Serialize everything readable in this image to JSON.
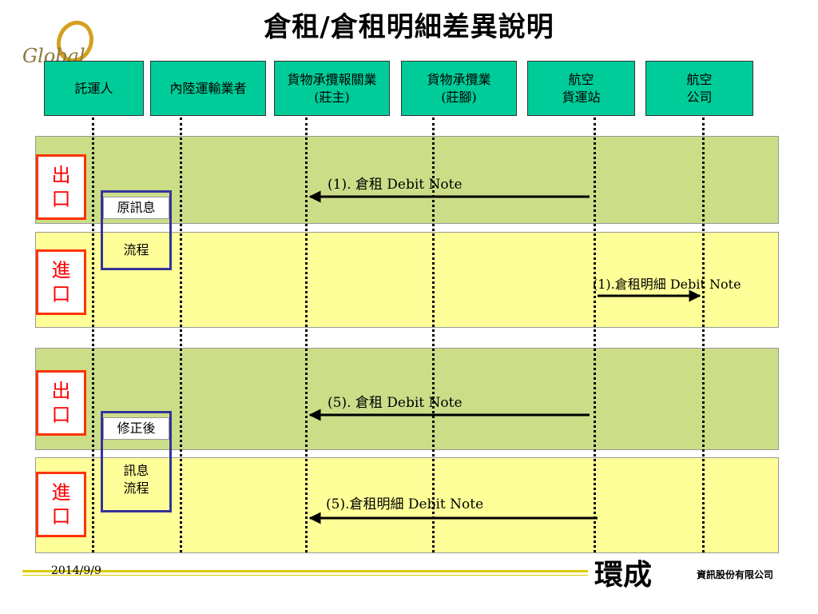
{
  "title": "倉租/倉租明細差異說明",
  "logo_text": "Global",
  "participants": [
    {
      "label": "託運人"
    },
    {
      "label": "內陸運輸業者"
    },
    {
      "label": "貨物承攬報關業\n(莊主)"
    },
    {
      "label": "貨物承攬業\n(莊腳)"
    },
    {
      "label": "航空\n貨運站"
    },
    {
      "label": "航空\n公司"
    }
  ],
  "sections": [
    {
      "tag_line1": "出",
      "tag_line2": "口",
      "message": "(1). 倉租  Debit Note",
      "direction": "left"
    },
    {
      "tag_line1": "進",
      "tag_line2": "口",
      "message": "(1).倉租明細 Debit Note",
      "direction": "right"
    },
    {
      "tag_line1": "出",
      "tag_line2": "口",
      "message": "(5). 倉租  Debit Note",
      "direction": "left"
    },
    {
      "tag_line1": "進",
      "tag_line2": "口",
      "message": "(5).倉租明細 Debit Note",
      "direction": "left"
    }
  ],
  "groups": [
    {
      "label_top": "原訊息",
      "label_bottom": "流程"
    },
    {
      "label_top": "修正後",
      "label_bottom": "訊息\n流程"
    }
  ],
  "footer": {
    "date": "2014/9/9",
    "brand": "環成",
    "brand_sub": "資訊股份有限公司"
  },
  "colors": {
    "participant_fill": "#00cc99",
    "band_green": "#ccdd88",
    "band_yellow": "#ffff99",
    "tag_red": "#ff3300",
    "tag_blue": "#333399",
    "footer_line": "#ddcc00"
  }
}
